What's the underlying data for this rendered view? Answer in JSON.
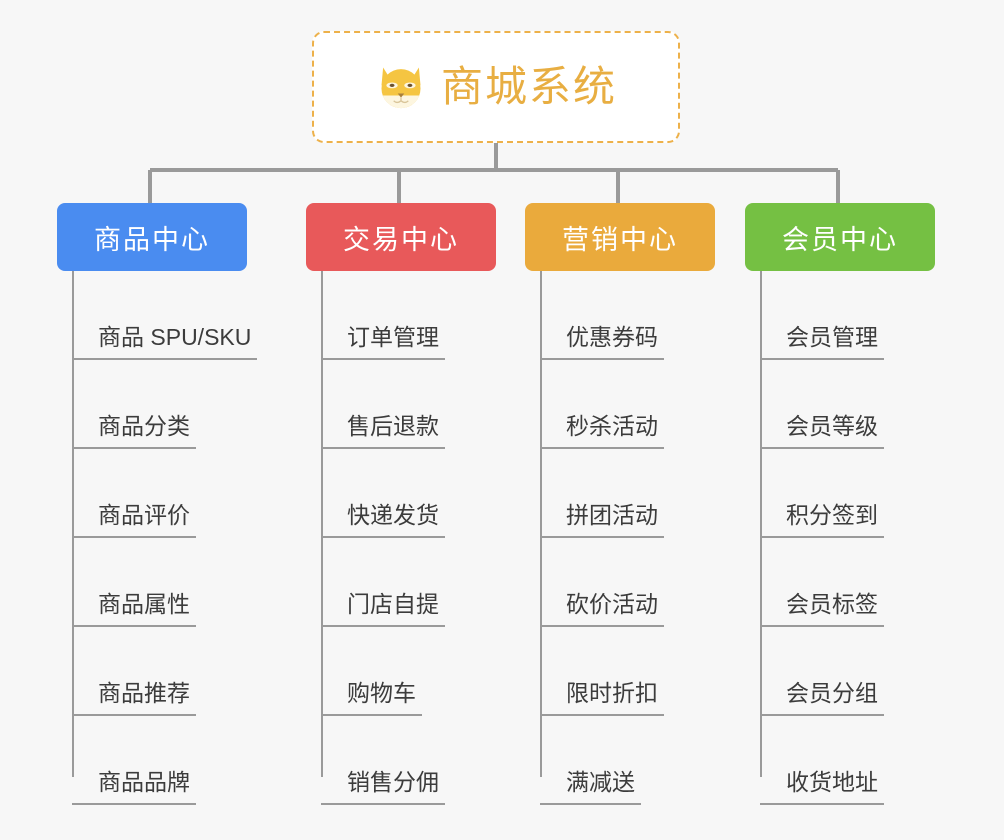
{
  "root": {
    "title": "商城系统",
    "icon": "shiba-dog-icon",
    "border_color": "#edb14a",
    "title_color": "#e8ae42",
    "background": "#ffffff"
  },
  "canvas": {
    "background": "#f7f7f7",
    "connector_color": "#9a9a9a"
  },
  "branches": [
    {
      "label": "商品中心",
      "color": "#4a8cf0",
      "items": [
        "商品 SPU/SKU",
        "商品分类",
        "商品评价",
        "商品属性",
        "商品推荐",
        "商品品牌"
      ]
    },
    {
      "label": "交易中心",
      "color": "#e8595a",
      "items": [
        "订单管理",
        "售后退款",
        "快递发货",
        "门店自提",
        "购物车",
        "销售分佣"
      ]
    },
    {
      "label": "营销中心",
      "color": "#eaaa3c",
      "items": [
        "优惠券码",
        "秒杀活动",
        "拼团活动",
        "砍价活动",
        "限时折扣",
        "满减送"
      ]
    },
    {
      "label": "会员中心",
      "color": "#75c043",
      "items": [
        "会员管理",
        "会员等级",
        "积分签到",
        "会员标签",
        "会员分组",
        "收货地址"
      ]
    }
  ]
}
